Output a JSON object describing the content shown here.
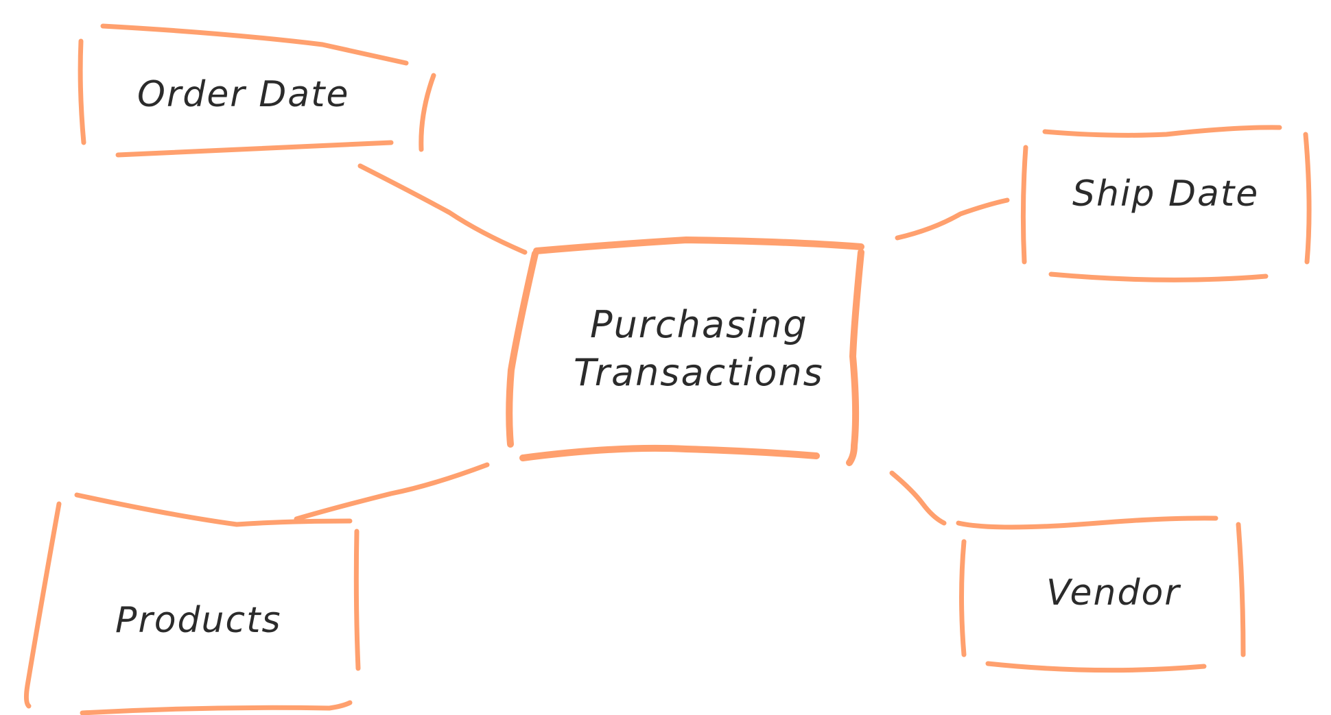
{
  "colors": {
    "stroke": "#ffa06e",
    "text": "#2b2b2b",
    "background": "#ffffff"
  },
  "nodes": {
    "center": {
      "line1": "Purchasing",
      "line2": "Transactions"
    },
    "order_date": {
      "label": "Order Date"
    },
    "ship_date": {
      "label": "Ship Date"
    },
    "products": {
      "label": "Products"
    },
    "vendor": {
      "label": "Vendor"
    }
  },
  "edges": [
    {
      "from": "center",
      "to": "order_date"
    },
    {
      "from": "center",
      "to": "ship_date"
    },
    {
      "from": "center",
      "to": "products"
    },
    {
      "from": "center",
      "to": "vendor"
    }
  ]
}
